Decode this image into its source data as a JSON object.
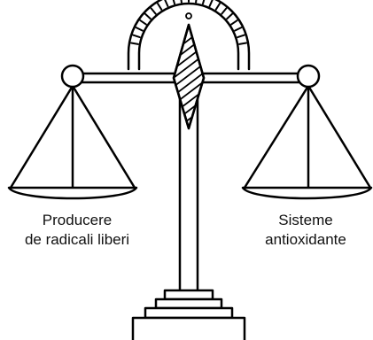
{
  "labels": {
    "left_line1": "Producere",
    "left_line2": "de radicali liberi",
    "right_line1": "Sisteme",
    "right_line2": "antioxidante"
  },
  "colors": {
    "stroke": "#000000",
    "fill": "#ffffff"
  },
  "balance_state": "level"
}
